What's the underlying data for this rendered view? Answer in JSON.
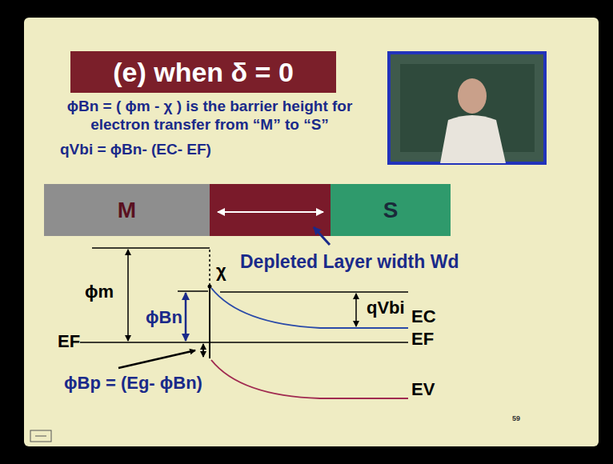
{
  "diagram": {
    "nodes": [
      {
        "text": [
          "(e) when δ = 0"
        ]
      },
      {
        "text": [
          "M"
        ]
      },
      {
        "text": [
          "S"
        ]
      }
    ],
    "labels": [
      "ϕBn = ( ϕm - χ ) is the barrier height for electron transfer from “M” to “S”",
      "qVbi = ϕBn- (EC- EF)",
      "Depleted Layer width Wd",
      "ϕm",
      "χ",
      "ϕBn",
      "qVbi",
      "EC",
      "EF",
      "EF",
      "EV",
      "ϕBp = (Eg- ϕBn)",
      "59"
    ]
  }
}
